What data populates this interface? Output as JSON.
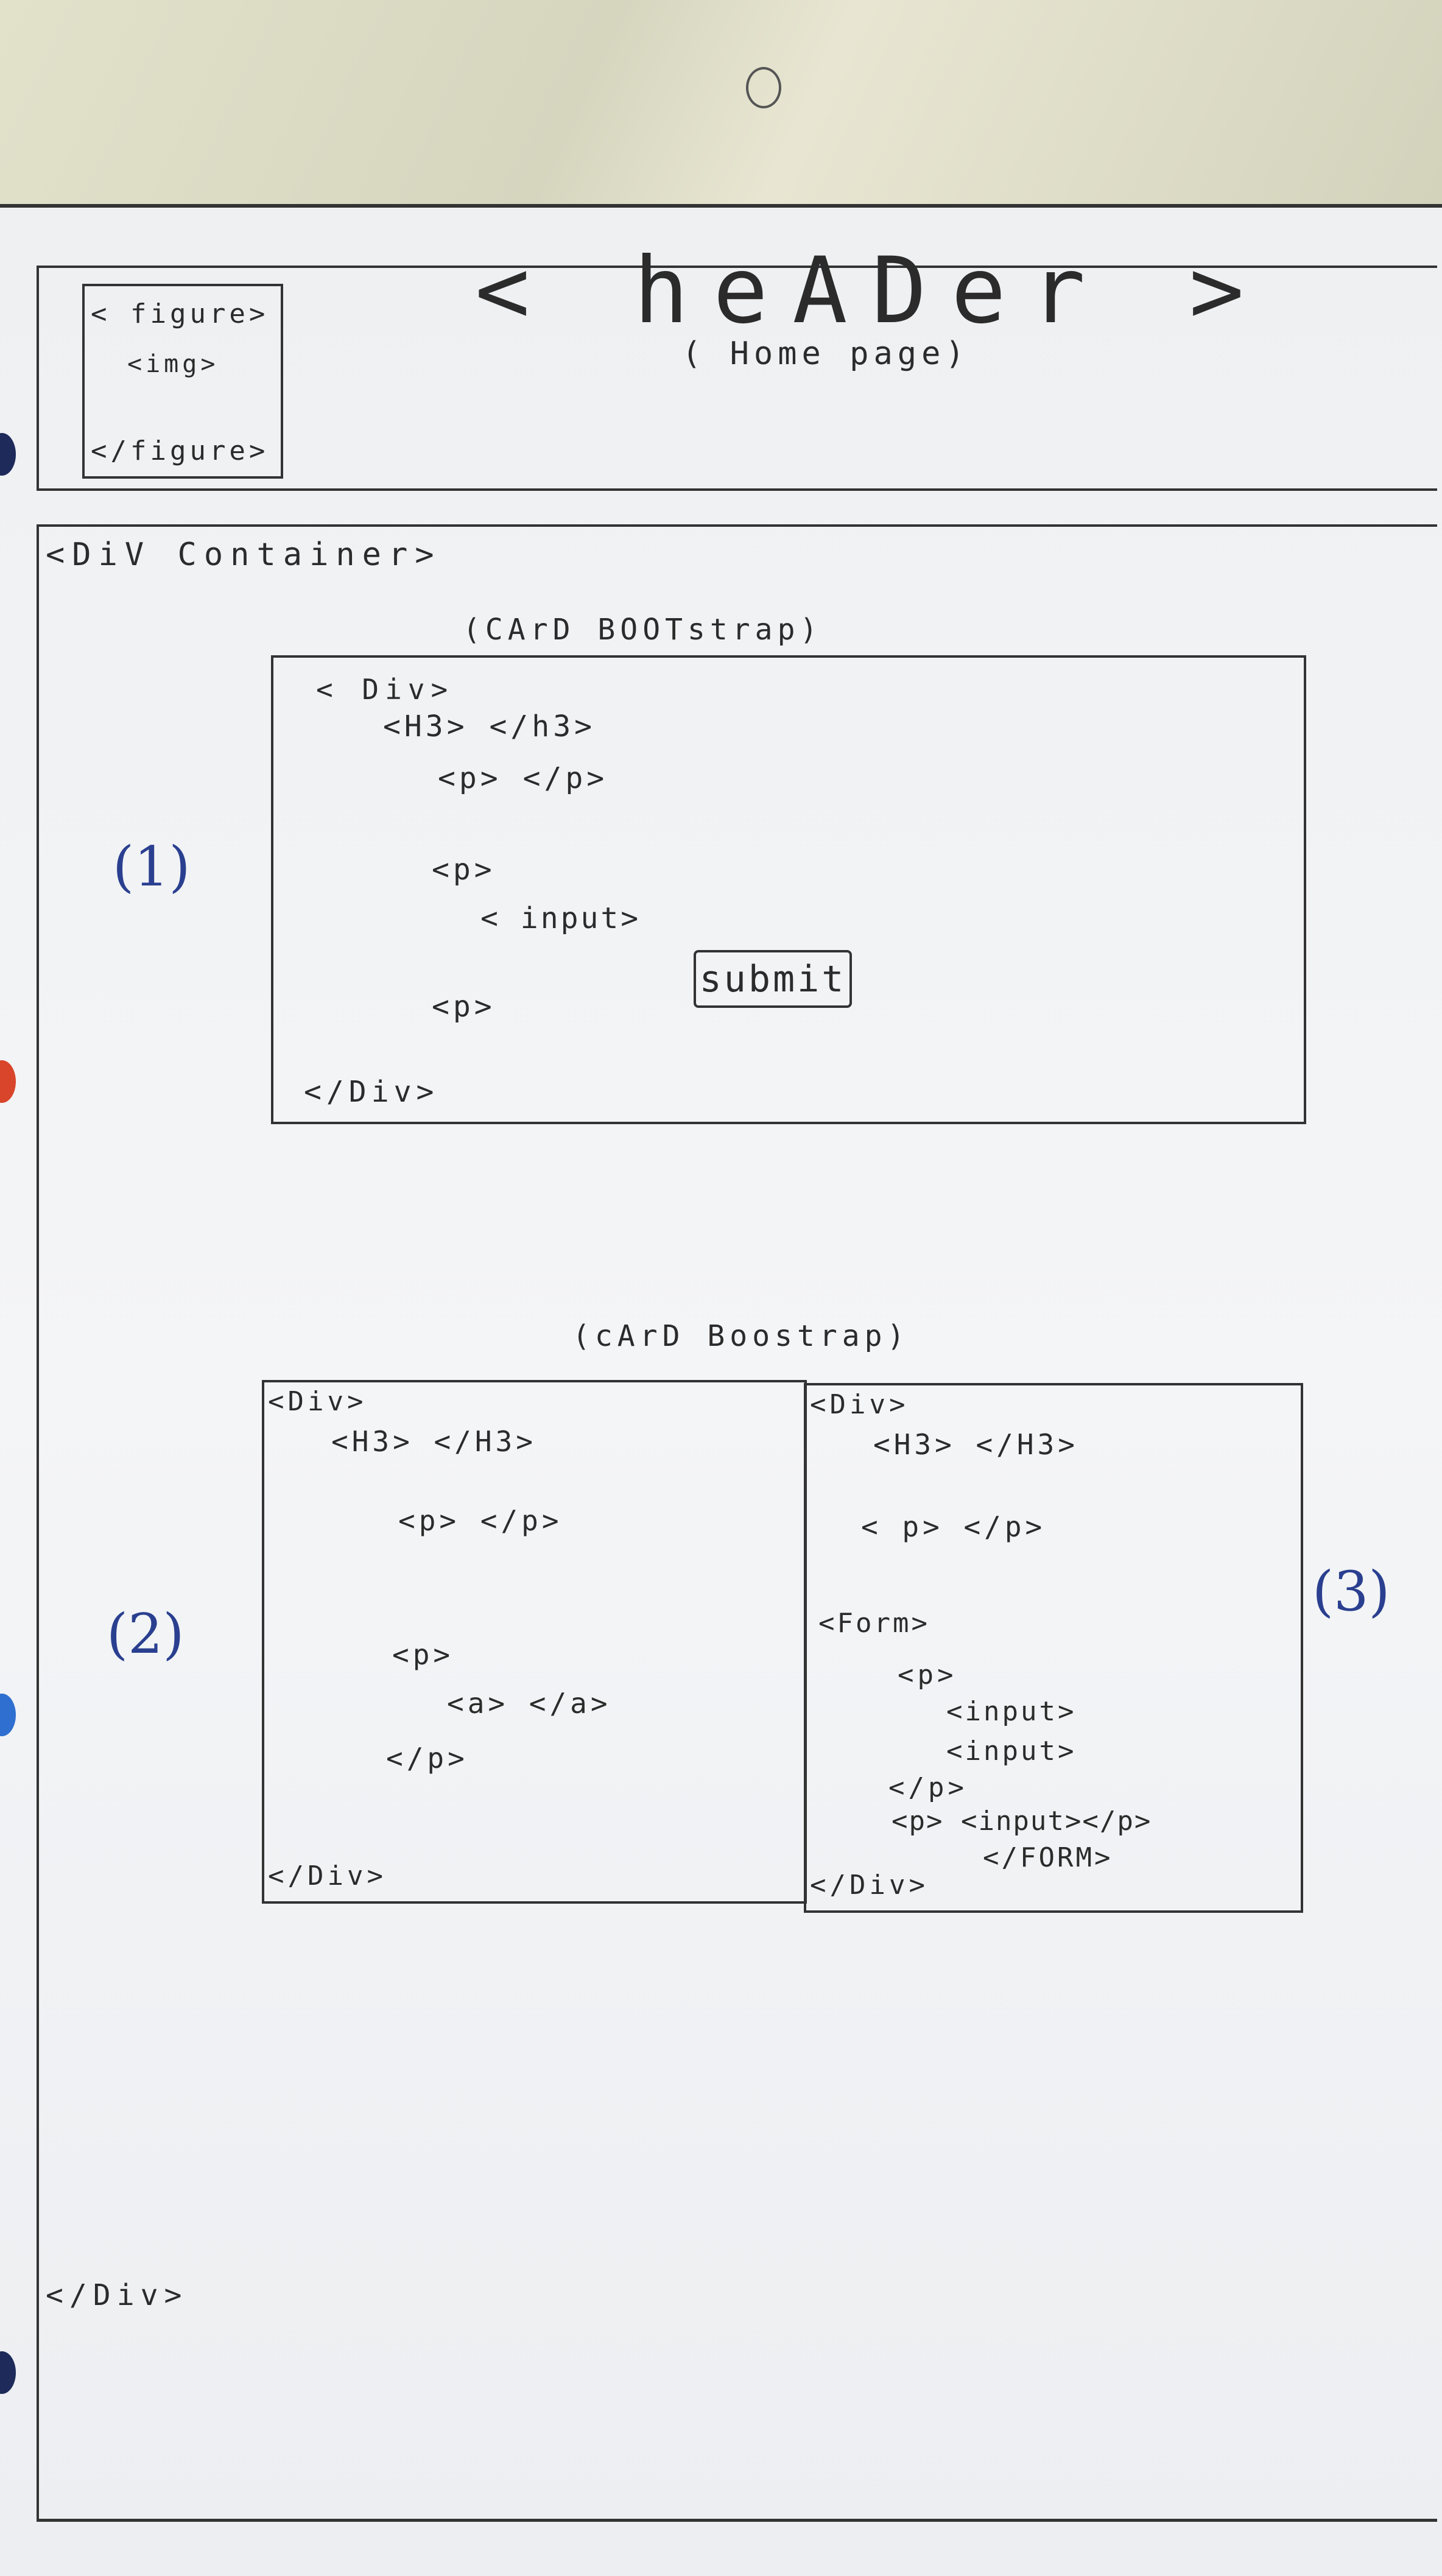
{
  "header": {
    "figure_open": "< figure>",
    "img": "<img>",
    "figure_close": "</figure>",
    "title": "< heADer >",
    "subtitle": "( Home page)"
  },
  "container": {
    "open": "<DiV Container>",
    "close": "</Div>"
  },
  "card1": {
    "caption": "(CArD BOOTstrap)",
    "number": "(1)",
    "div_open": "< Div>",
    "h3": "<H3> </h3>",
    "p1": "<p> </p>",
    "p2_open": "<p>",
    "input": "< input>",
    "submit": "submit",
    "p2_close": "<p>",
    "div_close": "</Div>"
  },
  "cards23": {
    "caption": "(cArD Boostrap)",
    "number_left": "(2)",
    "number_right": "(3)",
    "left": {
      "div_open": "<Div>",
      "h3": "<H3>  </H3>",
      "p1": "<p>   </p>",
      "p2_open": "<p>",
      "a": "<a> </a>",
      "p2_close": "</p>",
      "div_close": "</Div>"
    },
    "right": {
      "div_open": "<Div>",
      "h3": "<H3>  </H3>",
      "p1": "< p>  </p>",
      "form_open": "<Form>",
      "p_open": "<p>",
      "input1": "<input>",
      "input2": "<input>",
      "p_close": "</p>",
      "p_input": "<p> <input></p>",
      "form_close": "</FORM>",
      "div_close": "</Div>"
    }
  },
  "colors": {
    "ink": "#2b2b2b",
    "blue_ink": "#2a3f8f",
    "paper": "#f1f2f4",
    "hole_red": "#d9452b",
    "hole_blue": "#2f6fd0"
  }
}
